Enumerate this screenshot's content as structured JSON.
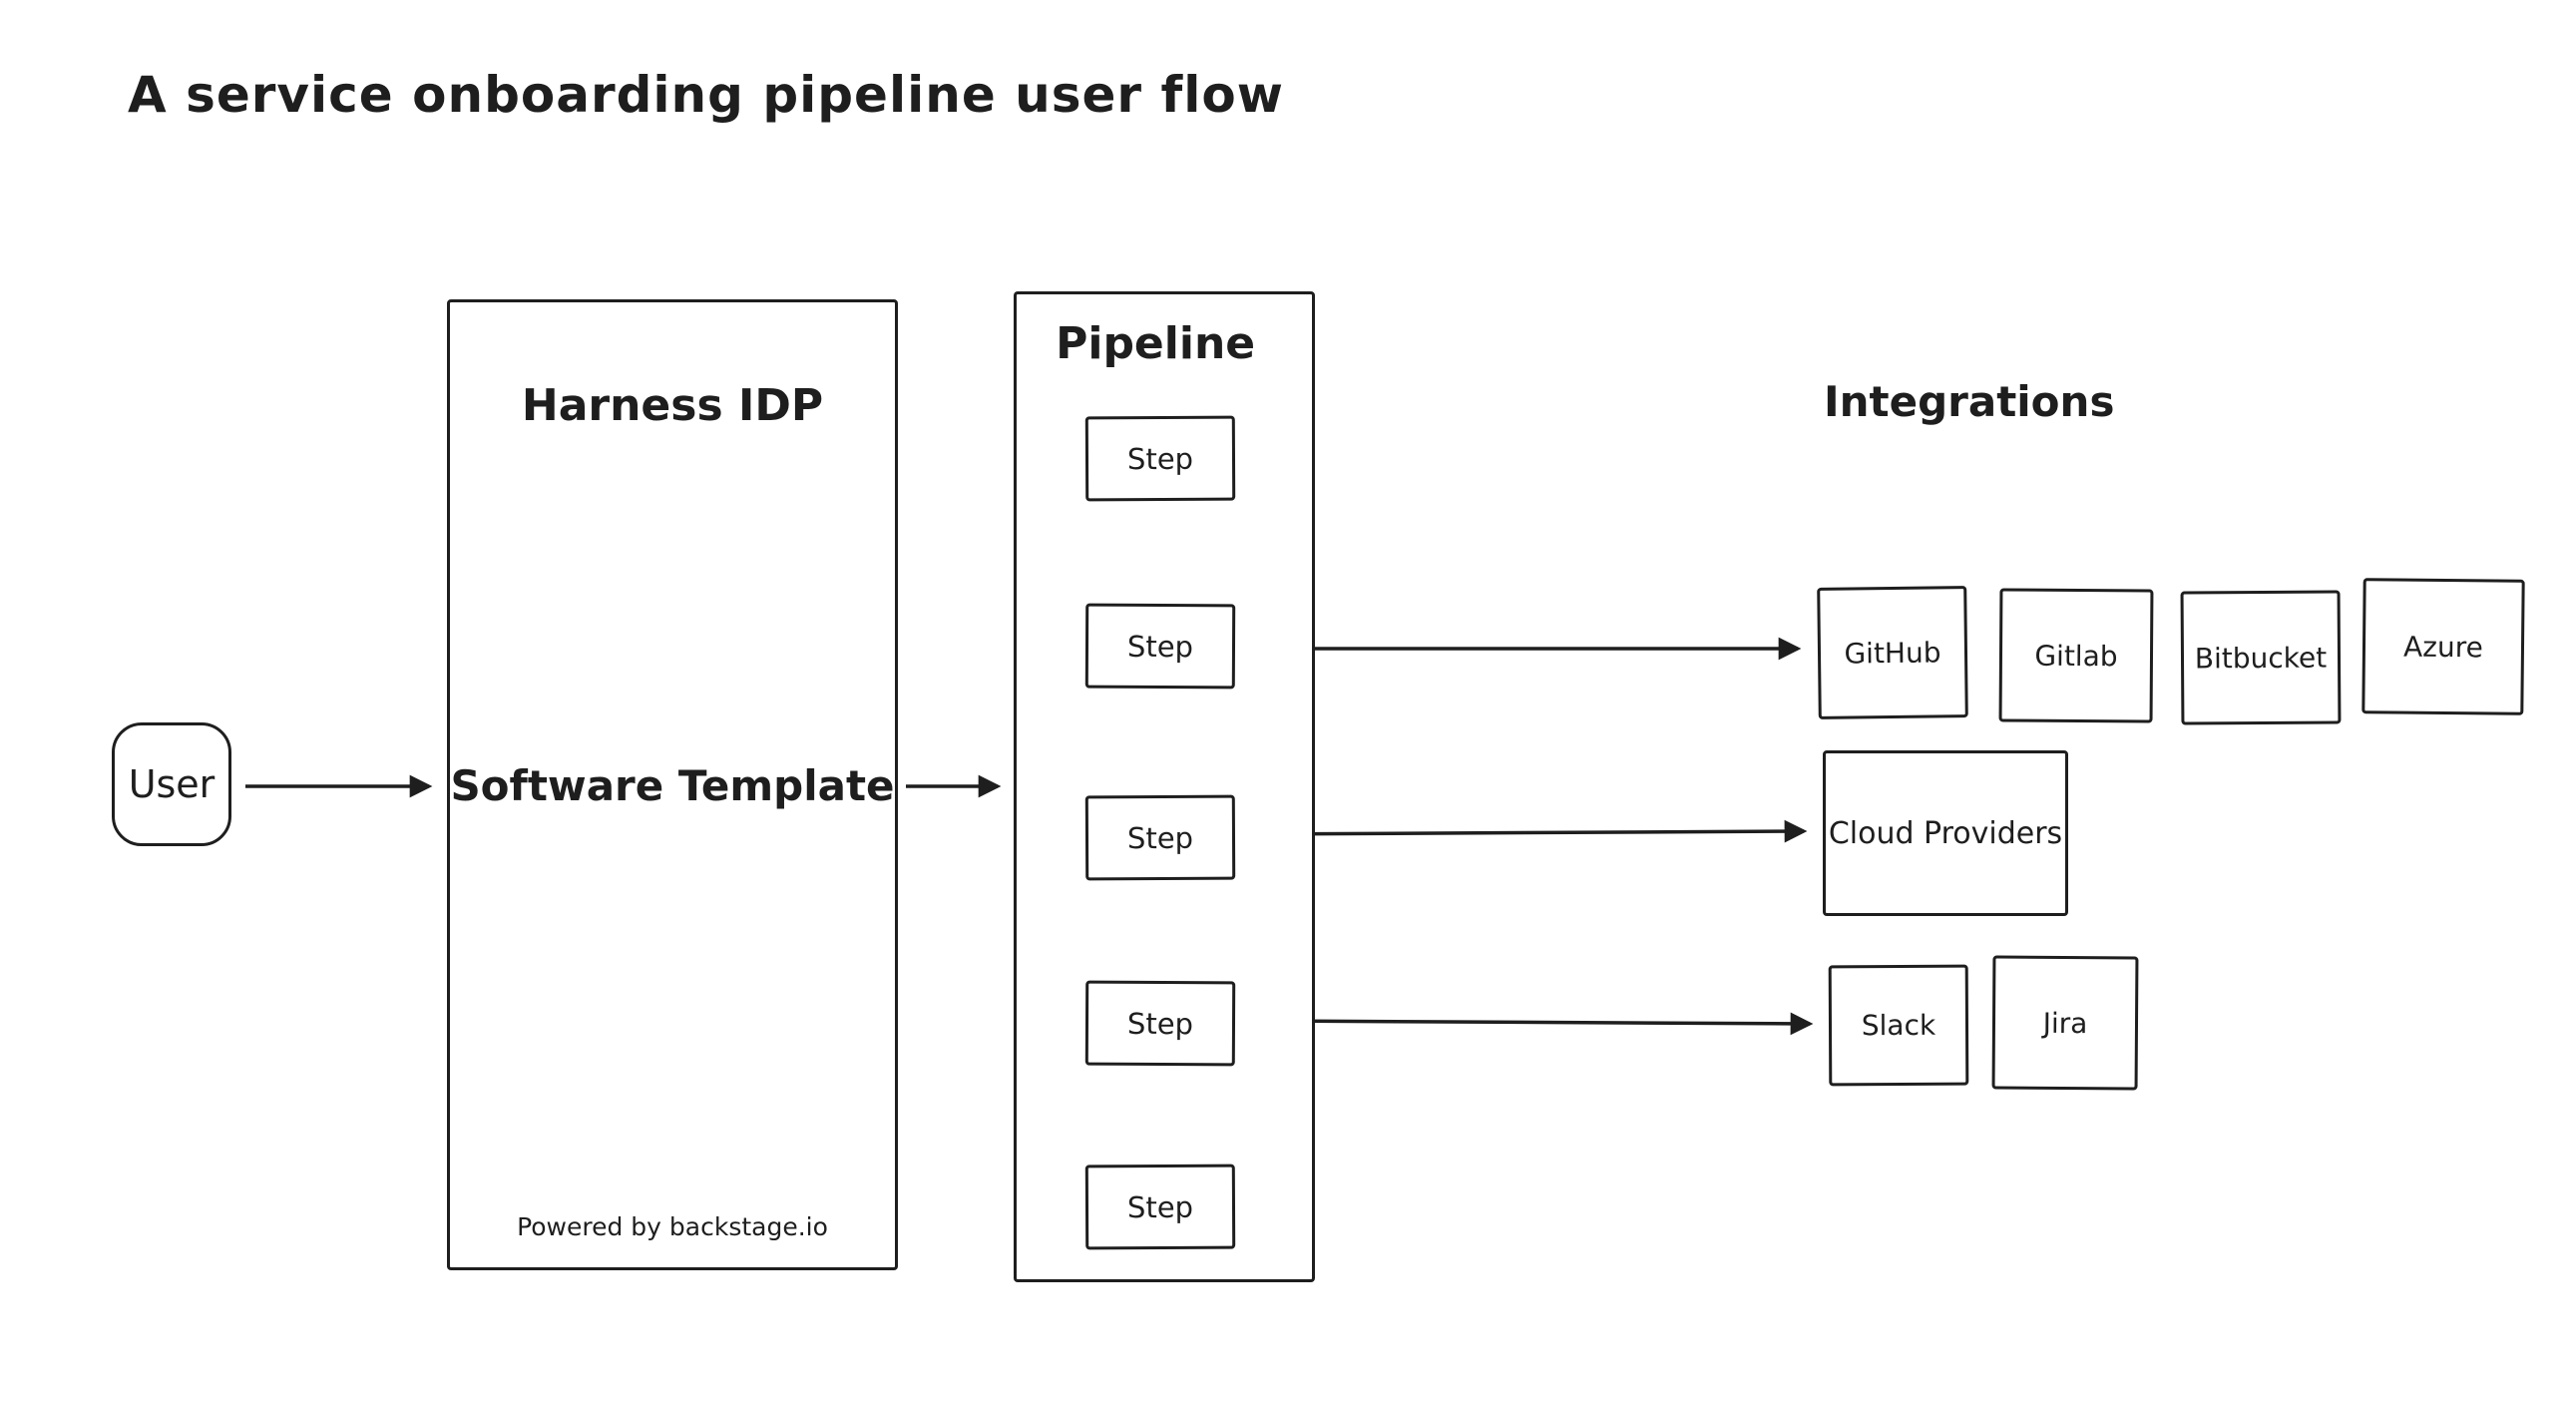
{
  "title": "A service onboarding pipeline user flow",
  "palette": {
    "ink": "#1e1e1e",
    "background": "#ffffff"
  },
  "user": {
    "label": "User"
  },
  "harness": {
    "title": "Harness IDP",
    "label": "Software Template",
    "footer": "Powered by backstage.io"
  },
  "pipeline": {
    "title": "Pipeline",
    "steps": [
      "Step",
      "Step",
      "Step",
      "Step",
      "Step"
    ]
  },
  "integrations": {
    "heading": "Integrations",
    "source_control": [
      {
        "label": "GitHub"
      },
      {
        "label": "Gitlab"
      },
      {
        "label": "Bitbucket"
      },
      {
        "label": "Azure"
      }
    ],
    "cloud": {
      "label": "Cloud Providers"
    },
    "collaboration": [
      {
        "label": "Slack"
      },
      {
        "label": "Jira"
      }
    ]
  }
}
